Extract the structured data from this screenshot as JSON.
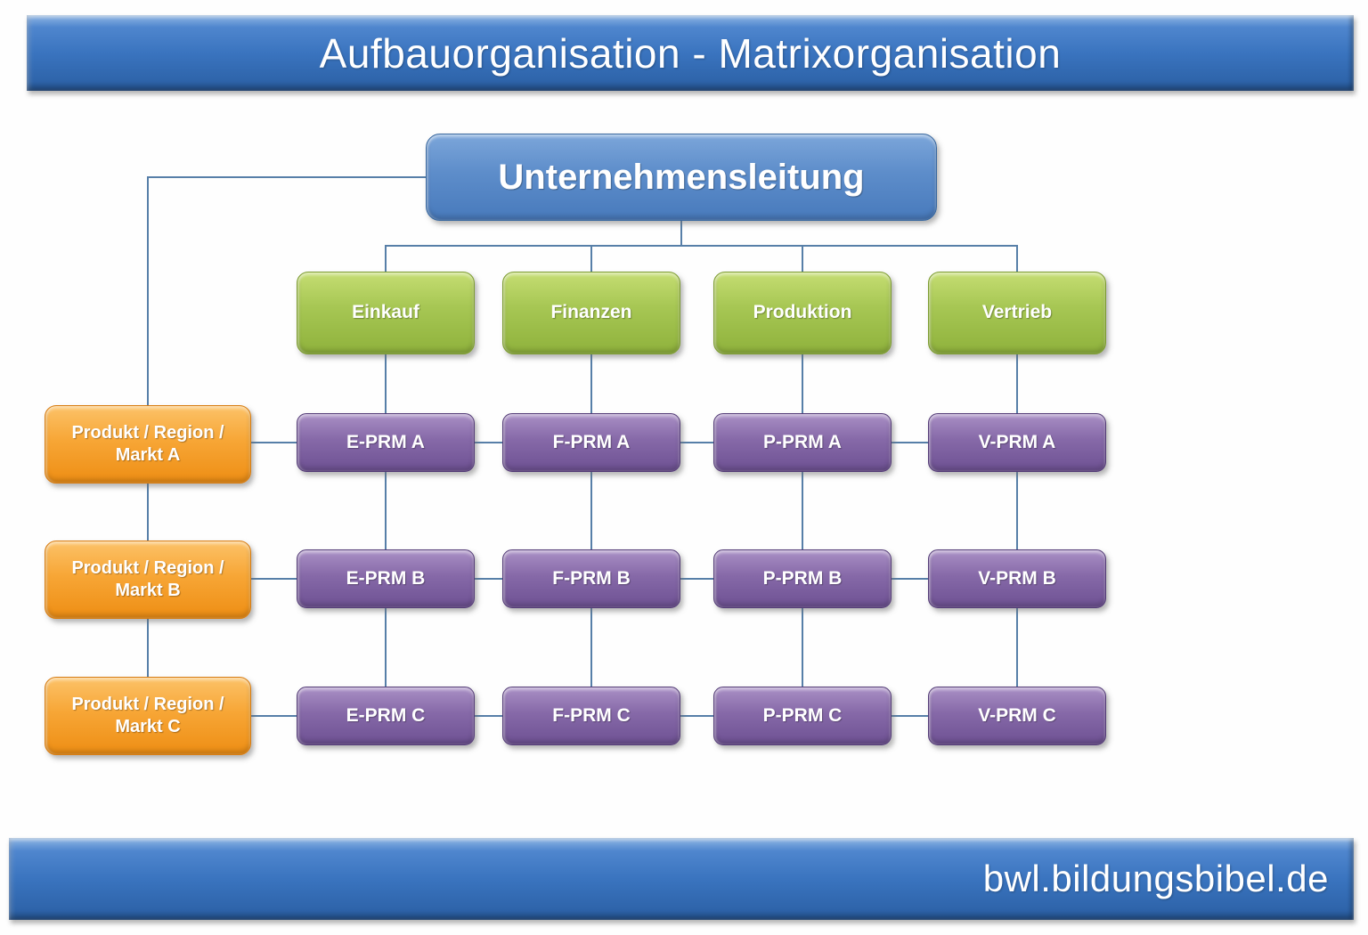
{
  "header": {
    "title": "Aufbauorganisation - Matrixorganisation"
  },
  "footer": {
    "site": "bwl.bildungsbibel.de"
  },
  "chart": {
    "type": "matrix-organization-diagram",
    "root": {
      "label": "Unternehmensleitung"
    },
    "functions": [
      {
        "label": "Einkauf"
      },
      {
        "label": "Finanzen"
      },
      {
        "label": "Produktion"
      },
      {
        "label": "Vertrieb"
      }
    ],
    "products": [
      {
        "line1": "Produkt / Region /",
        "line2": "Markt A"
      },
      {
        "line1": "Produkt / Region /",
        "line2": "Markt B"
      },
      {
        "line1": "Produkt / Region /",
        "line2": "Markt C"
      }
    ],
    "matrix": {
      "rows": [
        {
          "cells": [
            {
              "label": "E-PRM A"
            },
            {
              "label": "F-PRM A"
            },
            {
              "label": "P-PRM A"
            },
            {
              "label": "V-PRM A"
            }
          ]
        },
        {
          "cells": [
            {
              "label": "E-PRM B"
            },
            {
              "label": "F-PRM B"
            },
            {
              "label": "P-PRM B"
            },
            {
              "label": "V-PRM B"
            }
          ]
        },
        {
          "cells": [
            {
              "label": "E-PRM C"
            },
            {
              "label": "F-PRM C"
            },
            {
              "label": "P-PRM C"
            },
            {
              "label": "V-PRM C"
            }
          ]
        }
      ]
    }
  },
  "colors": {
    "banner-blue": "#3a74bf",
    "node-blue": "#5d8dca",
    "node-green": "#a7c754",
    "node-orange": "#f7a636",
    "node-purple": "#8669a8",
    "connector": "#577fa8"
  }
}
